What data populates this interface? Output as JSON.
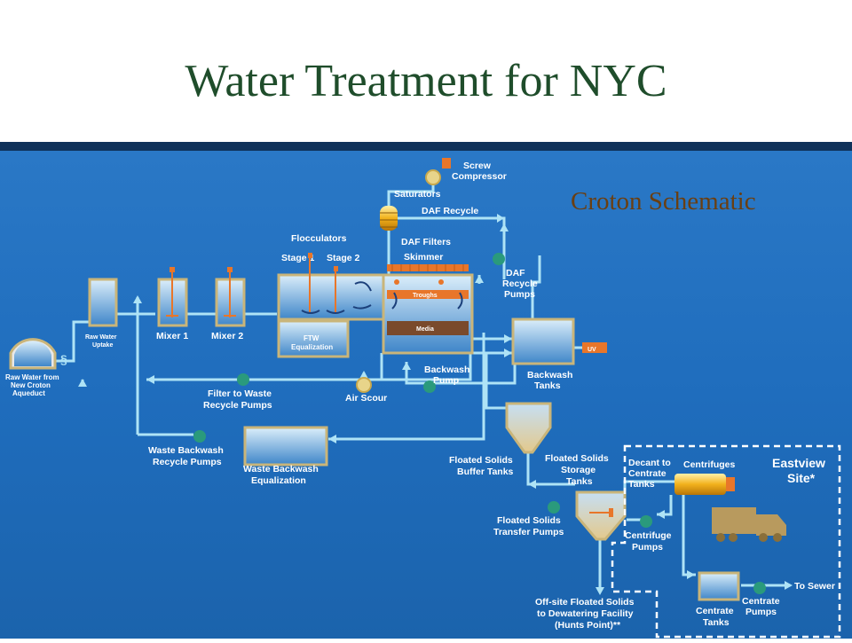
{
  "title": "Water Treatment for NYC",
  "subtitle": "Croton Schematic",
  "colors": {
    "title": "#1f4d2b",
    "background": "#1f6dbd",
    "pipe": "#aee3f6",
    "tank_frame": "#c9b57a",
    "pump": "#2a9a7c",
    "troughs": "#e8762a",
    "media": "#7a4a2c",
    "truck": "#b89a5e"
  },
  "labels": {
    "raw_water": [
      "Raw Water from",
      "New Croton",
      "Aqueduct"
    ],
    "uptake": [
      "Raw Water",
      "Uptake"
    ],
    "mixer1": "Mixer 1",
    "mixer2": "Mixer 2",
    "flocculators": "Flocculators",
    "stage1": "Stage 1",
    "stage2": "Stage 2",
    "ftw": [
      "FTW",
      "Equalization"
    ],
    "screw": [
      "Screw",
      "Compressor"
    ],
    "saturators": "Saturators",
    "daf_recycle": "DAF Recycle",
    "daf_filters": "DAF Filters",
    "skimmer": "Skimmer",
    "troughs": "Troughs",
    "media": "Media",
    "daf_pumps": [
      "DAF",
      "Recycle",
      "Pumps"
    ],
    "uv": "UV",
    "backwash_tanks": [
      "Backwash",
      "Tanks"
    ],
    "backwash_pump": [
      "Backwash",
      "Pump"
    ],
    "air_scour": "Air Scour",
    "filter_waste": [
      "Filter to Waste",
      "Recycle Pumps"
    ],
    "wb_pumps": [
      "Waste Backwash",
      "Recycle Pumps"
    ],
    "wb_eq": [
      "Waste Backwash",
      "Equalization"
    ],
    "fs_buffer": [
      "Floated Solids",
      "Buffer Tanks"
    ],
    "fs_storage": [
      "Floated Solids",
      "Storage",
      "Tanks"
    ],
    "fs_transfer": [
      "Floated Solids",
      "Transfer Pumps"
    ],
    "decant": [
      "Decant to",
      "Centrate",
      "Tanks"
    ],
    "centrifuges": "Centrifuges",
    "eastview": [
      "Eastview",
      "Site*"
    ],
    "centrifuge_pumps": [
      "Centrifuge",
      "Pumps"
    ],
    "offsite": [
      "Off-site Floated Solids",
      "to Dewatering Facility",
      "(Hunts Point)**"
    ],
    "centrate_tanks": [
      "Centrate",
      "Tanks"
    ],
    "centrate_pumps": [
      "Centrate",
      "Pumps"
    ],
    "to_sewer": "To Sewer"
  }
}
